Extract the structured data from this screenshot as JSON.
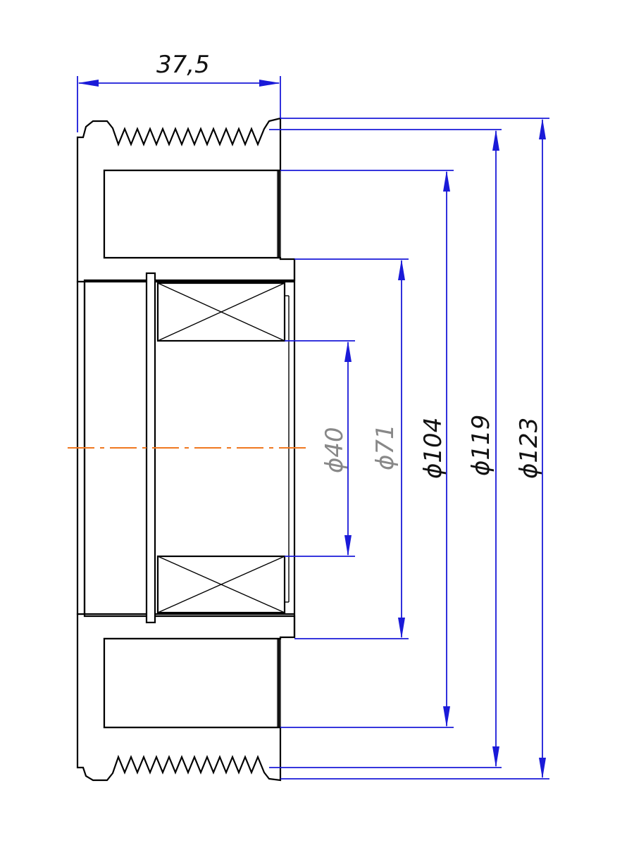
{
  "dimensions": {
    "width": "37,5",
    "bore": "ϕ40",
    "bearing_seat": "ϕ71",
    "inner_ring": "ϕ104",
    "groove_root": "ϕ119",
    "outer": "ϕ123"
  },
  "colors": {
    "dimension_lines": "#1a1ad8",
    "center_line": "#f07820",
    "outline": "#000000"
  }
}
